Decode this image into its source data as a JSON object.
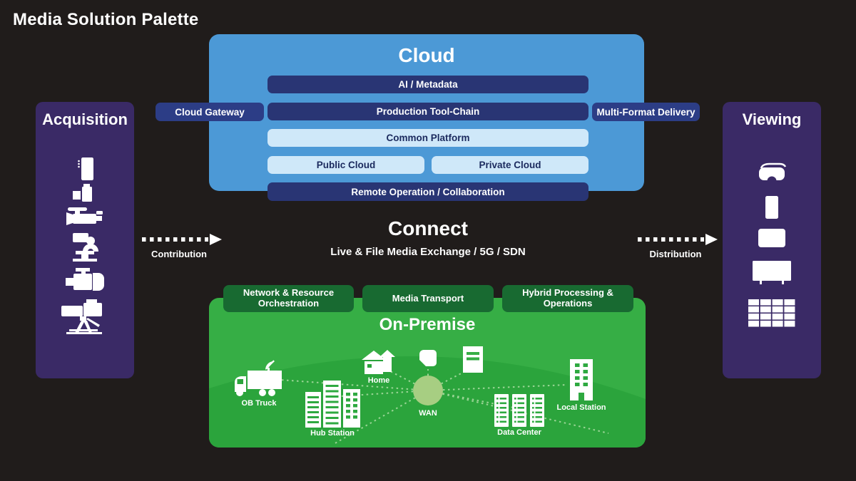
{
  "title": "Media Solution Palette",
  "acquisition": {
    "title": "Acquisition",
    "icons": [
      "smartphone-icon",
      "compact-camera-icon",
      "camcorder-icon",
      "ptz-camera-icon",
      "cinema-camera-icon",
      "studio-camera-icon"
    ]
  },
  "viewing": {
    "title": "Viewing",
    "icons": [
      "vr-headset-icon",
      "smartphone-icon",
      "tablet-icon",
      "tv-icon",
      "video-wall-icon"
    ]
  },
  "cloud": {
    "title": "Cloud",
    "gateway_label": "Cloud Gateway",
    "delivery_label": "Multi-Format Delivery",
    "bars": [
      {
        "label": "AI / Metadata",
        "style": "navy"
      },
      {
        "label": "Production Tool-Chain",
        "style": "navy"
      },
      {
        "label": "Common Platform",
        "style": "light"
      },
      {
        "label": "Public Cloud",
        "style": "light"
      },
      {
        "label": "Private Cloud",
        "style": "light"
      },
      {
        "label": "Remote Operation / Collaboration",
        "style": "navy"
      }
    ]
  },
  "connect": {
    "title": "Connect",
    "subtitle": "Live & File Media Exchange / 5G / SDN",
    "contribution_label": "Contribution",
    "distribution_label": "Distribution"
  },
  "on_premise": {
    "title": "On-Premise",
    "pills": [
      {
        "label": "Network & Resource Orchestration"
      },
      {
        "label": "Media Transport"
      },
      {
        "label": "Hybrid Processing & Operations"
      }
    ],
    "nodes": [
      {
        "label": "OB Truck",
        "icon": "ob-truck-icon"
      },
      {
        "label": "Hub Station",
        "icon": "hub-station-icon"
      },
      {
        "label": "Home",
        "icon": "home-icon"
      },
      {
        "label": "WAN",
        "icon": "wan-circle"
      },
      {
        "label": "Data Center",
        "icon": "data-center-icon"
      },
      {
        "label": "Local Station",
        "icon": "local-station-icon"
      }
    ]
  },
  "colors": {
    "background": "#201c1b",
    "panel_purple": "#3a2a66",
    "cloud_blue": "#4c99d6",
    "navy": "#293574",
    "light_blue": "#cfe8f9",
    "green": "#36ae45",
    "green_dark": "#2ba43c",
    "pill_green": "#186a31",
    "wan_green": "#a7ce82"
  }
}
